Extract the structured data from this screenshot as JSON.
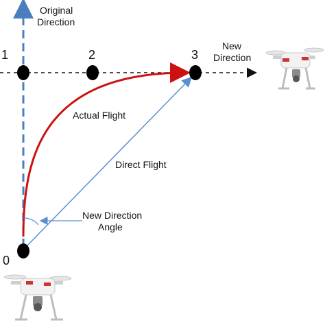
{
  "points": [
    {
      "label": "0"
    },
    {
      "label": "1"
    },
    {
      "label": "2"
    },
    {
      "label": "3"
    }
  ],
  "labels": {
    "original_direction": [
      "Original",
      "Direction"
    ],
    "new_direction": [
      "New",
      "Direction"
    ],
    "actual_flight": "Actual Flight",
    "direct_flight": "Direct Flight",
    "new_direction_angle": [
      "New Direction",
      "Angle"
    ]
  },
  "colors": {
    "original_direction_line": "#4a7fbf",
    "actual_flight_path": "#cc1111",
    "direct_flight_line": "#5b8fd0",
    "new_direction_line": "#111111",
    "waypoint": "#000000"
  },
  "icons": [
    "drone-icon",
    "drone-icon"
  ]
}
